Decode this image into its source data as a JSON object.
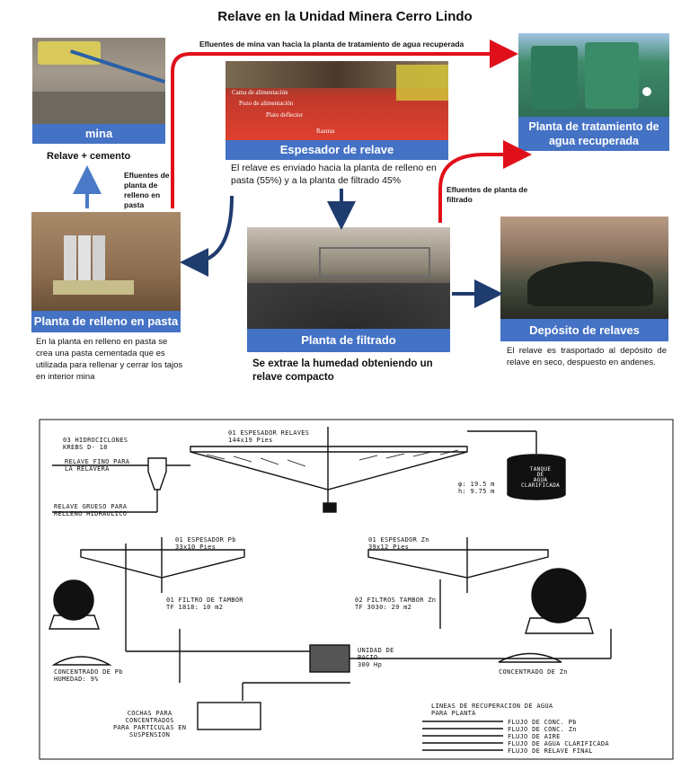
{
  "title": "Relave en la Unidad Minera Cerro Lindo",
  "flows": {
    "top": "Efluentes de mina van hacia  la planta de tratamiento de agua recuperada",
    "left": "Efluentes de planta de relleno en pasta",
    "right": "Efluentes de planta de filtrado"
  },
  "boxes": {
    "mina": "mina",
    "mina_sub": "Relave + cemento",
    "espesador": "Espesador de relave",
    "espesador_desc": "El relave es enviado hacia la planta de relleno en pasta (55%) y a la planta de filtrado 45%",
    "espesador_labels": [
      "Cama de alimentación",
      "Pozo de alimentación",
      "Plato deflector",
      "Rastras"
    ],
    "planta_agua": "Planta de tratamiento de agua recuperada",
    "relleno": "Planta de relleno en pasta",
    "relleno_desc": "En la planta en relleno en pasta se crea una pasta cementada  que es utilizada para rellenar y cerrar los tajos en interior mina",
    "filtrado": "Planta de filtrado",
    "filtrado_desc": "Se extrae la humedad obteniendo un relave compacto",
    "deposito": "Depósito de relaves",
    "deposito_desc": "El relave es trasportado al depósito de relave en seco, despuesto en andenes."
  },
  "schematic": {
    "hidrociclones": "03 HIDROCICLONES\nKREBS D- 18",
    "relave_fino": "RELAVE FINO PARA\nLA RELAVERA",
    "relave_grueso": "RELAVE GRUESO PARA\nRELLENO HIDRAULICO",
    "espesador_relaves": "01 ESPESADOR RELAVES\n144x19 Pies",
    "tanque": "TANQUE\nDE\nAGUA\nCLARIFICADA",
    "tanque_dim": "φ: 19.5 m\nh: 9.75 m",
    "espesador_pb": "01 ESPESADOR Pb\n33x10 Pies",
    "espesador_zn": "01 ESPESADOR Zn\n39x12 Pies",
    "filtro_pb": "01 FILTRO DE TAMBOR\nTF 1818: 10 m2",
    "filtro_zn": "02 FILTROS TAMBOR Zn\nTF 3030: 29 m2",
    "concentrado_pb": "CONCENTRADO DE Pb\nHUMEDAD: 9%",
    "concentrado_zn": "CONCENTRADO DE Zn",
    "vacio": "UNIDAD DE\nBACIO\n300 Hp",
    "cochas": "COCHAS PARA\nCONCENTRADOS\nPARA PARTICULAS EN\nSUSPENSION",
    "lineas": "LINEAS DE RECUPERACION DE AGUA\nPARA PLANTA",
    "legend": [
      "FLUJO DE CONC. Pb",
      "FLUJO DE CONC. Zn",
      "FLUJO DE AIRE",
      "FLUJO DE AGUA CLARIFICADA",
      "FLUJO DE RELAVE FINAL"
    ]
  },
  "colors": {
    "caption": "#4472c4",
    "arrow_red": "#e0101a",
    "arrow_blue": "#1f3c6e"
  }
}
